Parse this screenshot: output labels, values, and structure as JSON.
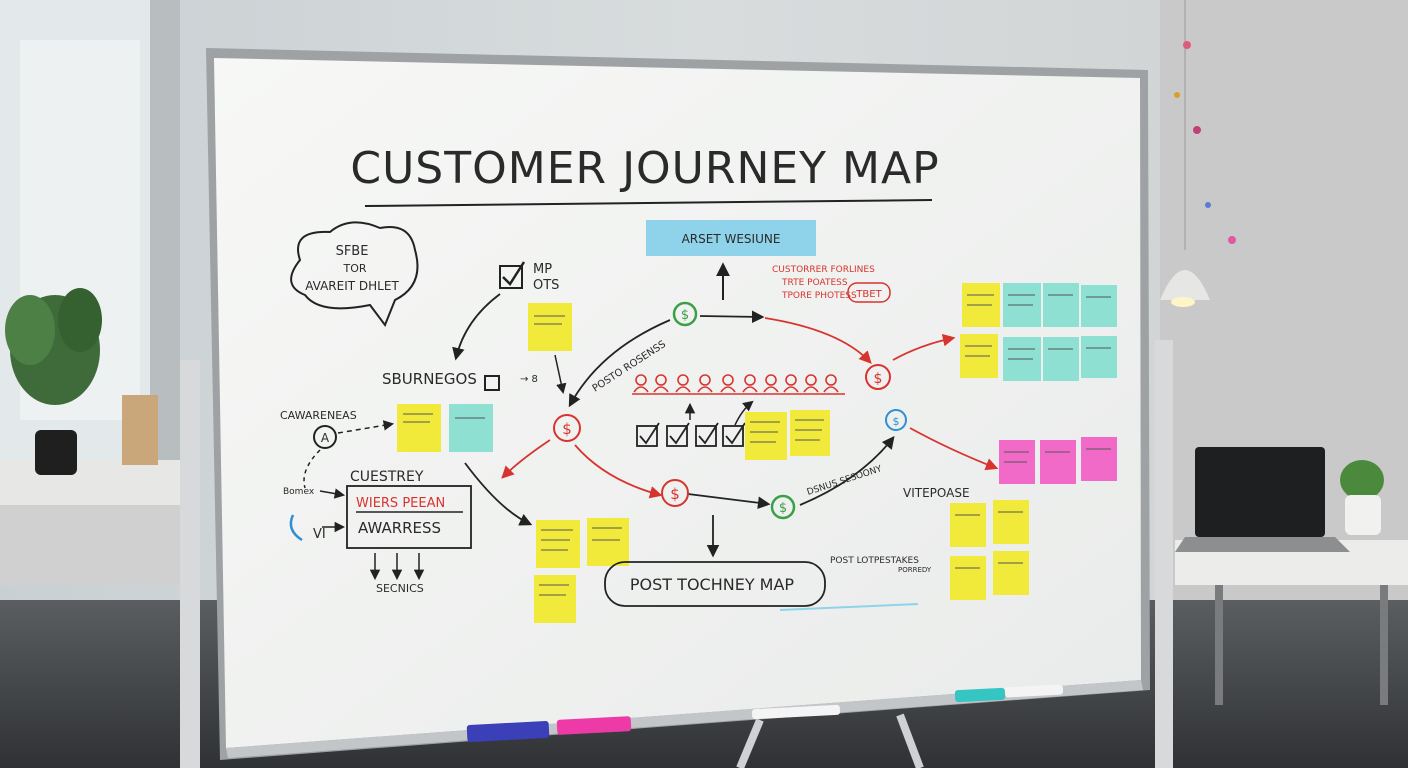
{
  "board": {
    "title": "CUSTOMER JOURNEY MAP",
    "banner": "ARSET WESIUNE",
    "thought_bubble": [
      "SFBE",
      "TOR",
      "AVAREIT DHLET"
    ],
    "checkbox_note": [
      "MP",
      "OTS"
    ],
    "left_label": "SBURNEGOS",
    "awareness_label": "CAWARENEAS",
    "boxed_lines": [
      "CUESTREY",
      "WIERS PEEAN",
      "AWARRESS"
    ],
    "small_labels": {
      "bomex": "Bomex",
      "vi": "VI",
      "secnics": "SECNICS",
      "rotated": "POSTO ROSENSS",
      "red_note": [
        "CUSTORRER FORLINES",
        "TRTE POATESS",
        "TPORE PHOTESS",
        "TBET"
      ],
      "dsnus": "DSNUS SESOONY",
      "vitepoase": "VITEPOASE",
      "post_stake": [
        "POST LOTPESTAKES",
        "PORREDY"
      ]
    },
    "post_journey": "POST TOCHNEY MAP"
  },
  "colors": {
    "board": "#f3f4f2",
    "frame": "#b9bcbf",
    "marker_black": "#222222",
    "marker_red": "#d8342f",
    "marker_green": "#3aa047",
    "marker_blue": "#2f8fd6",
    "note_yellow": "#f2ea3a",
    "note_teal": "#8ee0d2",
    "note_pink": "#f26ac8",
    "banner_blue": "#8fd3ea"
  }
}
